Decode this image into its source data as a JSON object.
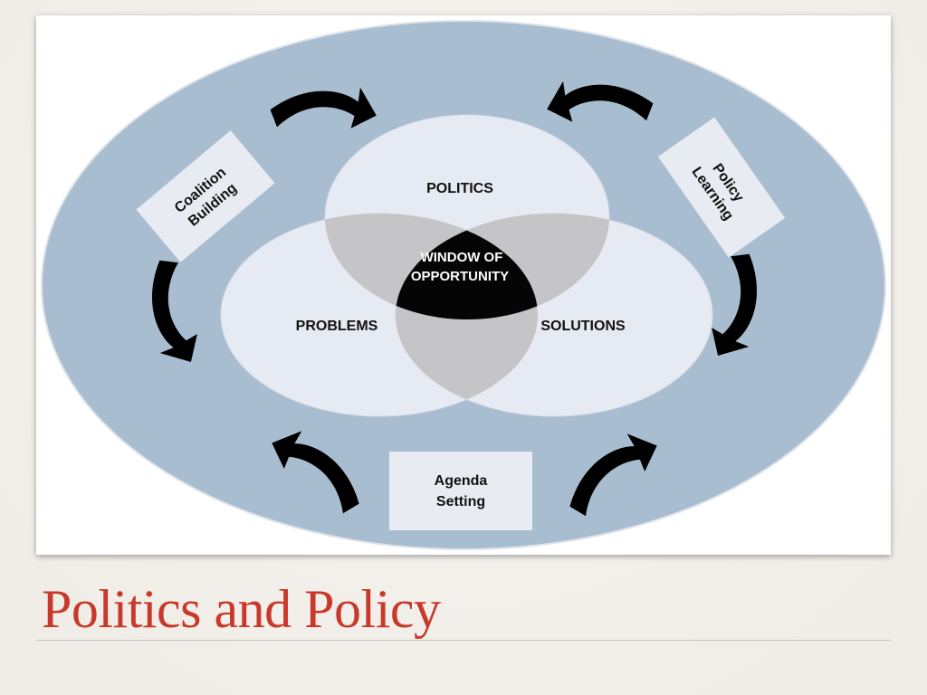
{
  "slide": {
    "title": "Politics and Policy"
  },
  "diagram": {
    "circles": {
      "politics": "POLITICS",
      "problems": "PROBLEMS",
      "solutions": "SOLUTIONS"
    },
    "center": {
      "line1": "WINDOW OF",
      "line2": "OPPORTUNITY"
    },
    "processes": {
      "coalition_building": {
        "line1": "Coalition",
        "line2": "Building"
      },
      "policy_learning": {
        "line1": "Policy",
        "line2": "Learning"
      },
      "agenda_setting": {
        "line1": "Agenda",
        "line2": "Setting"
      }
    }
  },
  "colors": {
    "outer_ellipse": "#a9bdd1",
    "circle_fill": "#e6eaf2",
    "overlap_fill": "#c5c5c7",
    "window_fill": "#050505",
    "arrow_fill": "#000000",
    "title_color": "#c8392b"
  }
}
